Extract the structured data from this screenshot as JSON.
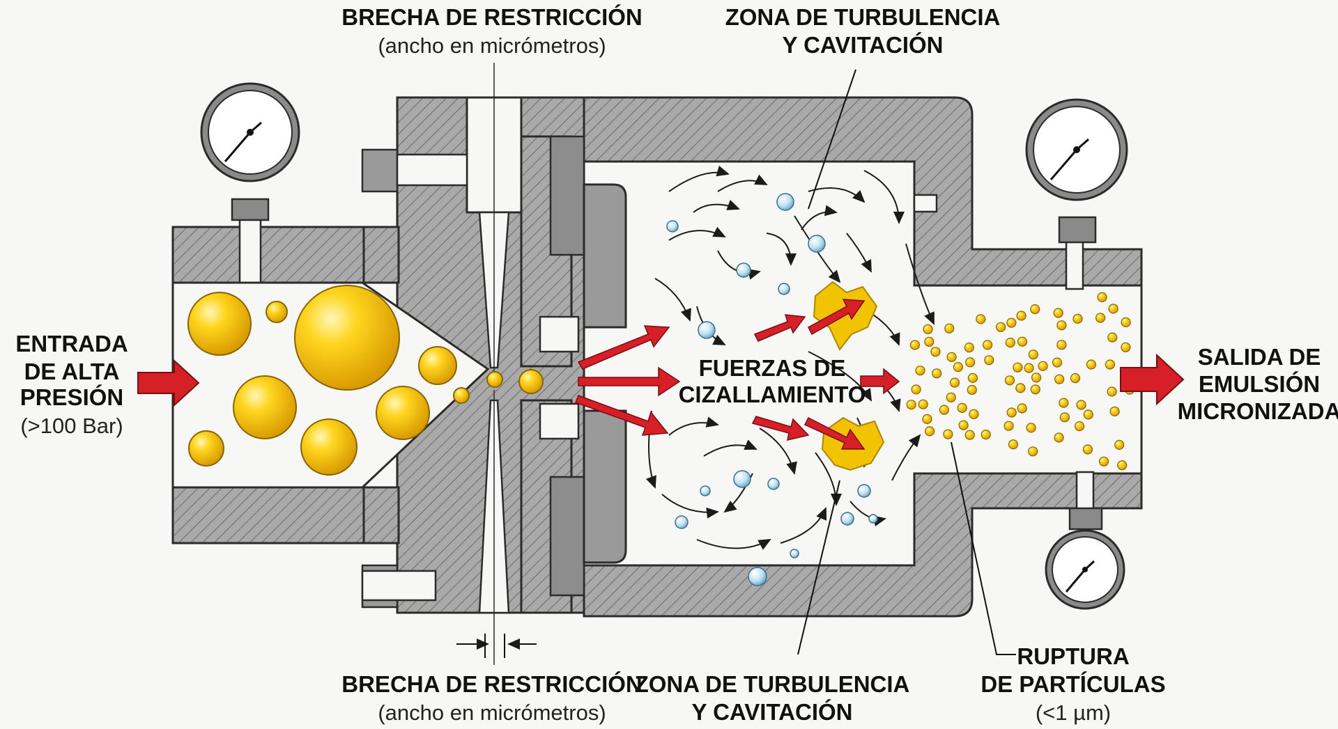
{
  "labels": {
    "inlet": [
      "ENTRADA",
      "DE ALTA",
      "PRESIÓN"
    ],
    "inlet_sub": "(>100 Bar)",
    "gap_top": "BRECHA DE RESTRICCIÓN",
    "gap_top_sub": "(ancho en micrómetros)",
    "turb_top": [
      "ZONA DE TURBULENCIA",
      "Y CAVITACIÓN"
    ],
    "shear": [
      "FUERZAS DE",
      "CIZALLAMIENTO"
    ],
    "outlet": [
      "SALIDA DE",
      "EMULSIÓN",
      "MICRONIZADA"
    ],
    "gap_bottom": "BRECHA DE RESTRICCIÓN",
    "gap_bottom_sub": "(ancho en micrómetros)",
    "turb_bottom": [
      "ZONA DE TURBULENCIA",
      "Y CAVITACIÓN"
    ],
    "rupture": [
      "RUPTURA",
      "DE PARTÍCULAS"
    ],
    "rupture_sub": "(<1 µm)"
  },
  "icons": [
    "pressure-gauge-icon",
    "inlet-arrow-icon",
    "outlet-arrow-icon",
    "cavitation-bubble-icon",
    "droplet-icon"
  ],
  "colors": {
    "housing": "#a8a8a8",
    "hatch": "#6e6e6e",
    "outline": "#2b2b2b",
    "chamber": "#f7f7f5",
    "droplet": "#f2c300",
    "droplet_highlight": "#fff3a6",
    "bubble": "#bfe2f3",
    "arrow_red": "#d61f26"
  }
}
